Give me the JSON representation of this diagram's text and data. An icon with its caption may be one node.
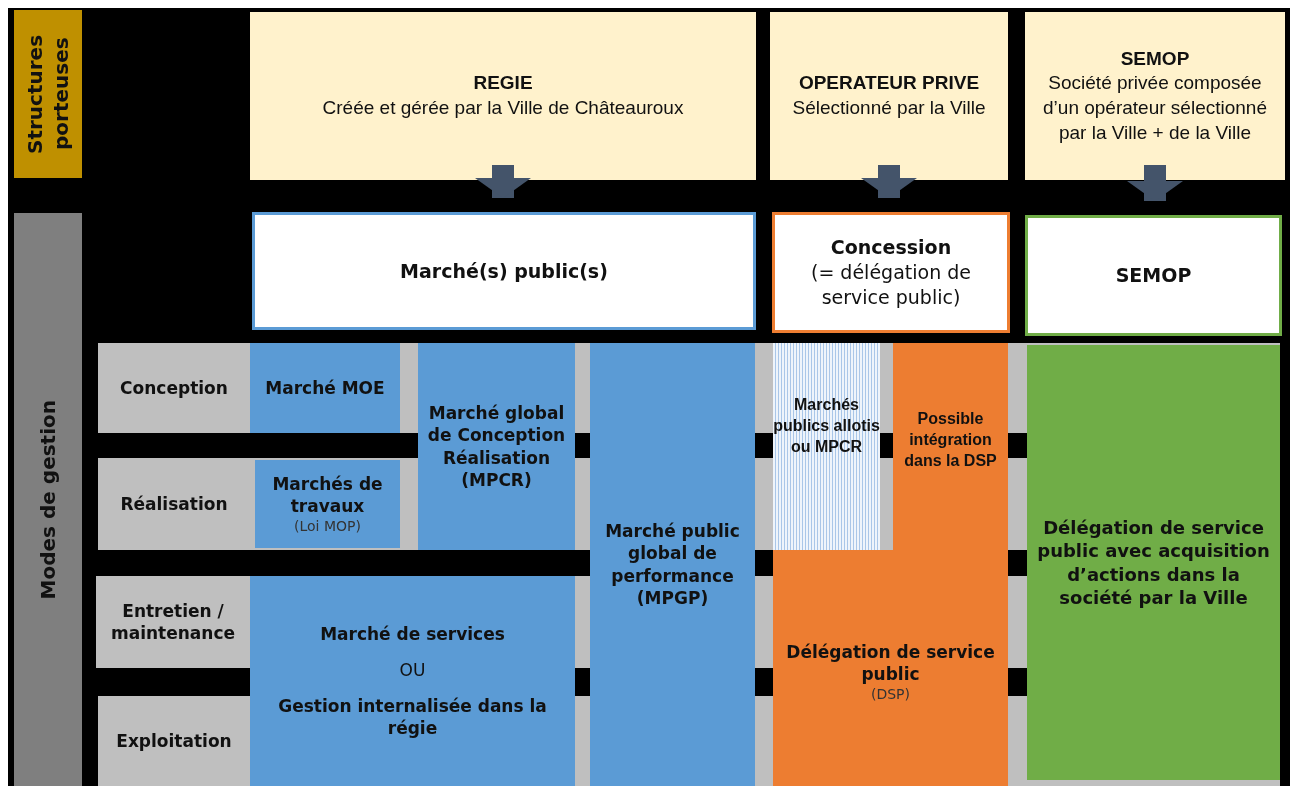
{
  "diagram": {
    "nodes": [
      {
        "text": [
          "Structures porteuses"
        ]
      },
      {
        "text": [
          "Modes de gestion"
        ]
      },
      {
        "text": [
          "REGIE",
          "Créée et gérée par la Ville de Châteauroux"
        ]
      },
      {
        "text": [
          "OPERATEUR PRIVE",
          "Sélectionné par la Ville"
        ]
      },
      {
        "text": [
          "SEMOP",
          "Société privée composée d’un opérateur sélectionné par la Ville + de la Ville"
        ]
      },
      {
        "text": [
          "Marché(s) public(s)"
        ]
      },
      {
        "text": [
          "Concession",
          "(= délégation de service public)"
        ]
      },
      {
        "text": [
          "SEMOP"
        ]
      },
      {
        "text": [
          "Conception"
        ]
      },
      {
        "text": [
          "Réalisation"
        ]
      },
      {
        "text": [
          "Entretien / maintenance"
        ]
      },
      {
        "text": [
          "Exploitation"
        ]
      },
      {
        "text": [
          "Marché MOE"
        ]
      },
      {
        "text": [
          "Marché global de Conception Réalisation (MPCR)"
        ]
      },
      {
        "text": [
          "Marché public global de performance (MPGP)"
        ]
      },
      {
        "text": [
          "Marchés publics allotis ou MPCR"
        ]
      },
      {
        "text": [
          "Possible intégration dans la DSP",
          "**Délégation de service public** (DSP)"
        ]
      },
      {
        "text": [
          "Délégation de service public avec acquisition d’actions dans la société par la Ville"
        ]
      },
      {
        "text": [
          "**Marchés de travaux** (Loi MOP)"
        ]
      },
      {
        "text": [
          "Marché de services",
          "OU",
          "Gestion internalisée dans la régie"
        ]
      }
    ],
    "edges": [
      {
        "from": 2,
        "to": 5,
        "arrow": "to"
      },
      {
        "from": 3,
        "to": 6,
        "arrow": "to"
      },
      {
        "from": 4,
        "to": 7,
        "arrow": "to"
      }
    ]
  }
}
